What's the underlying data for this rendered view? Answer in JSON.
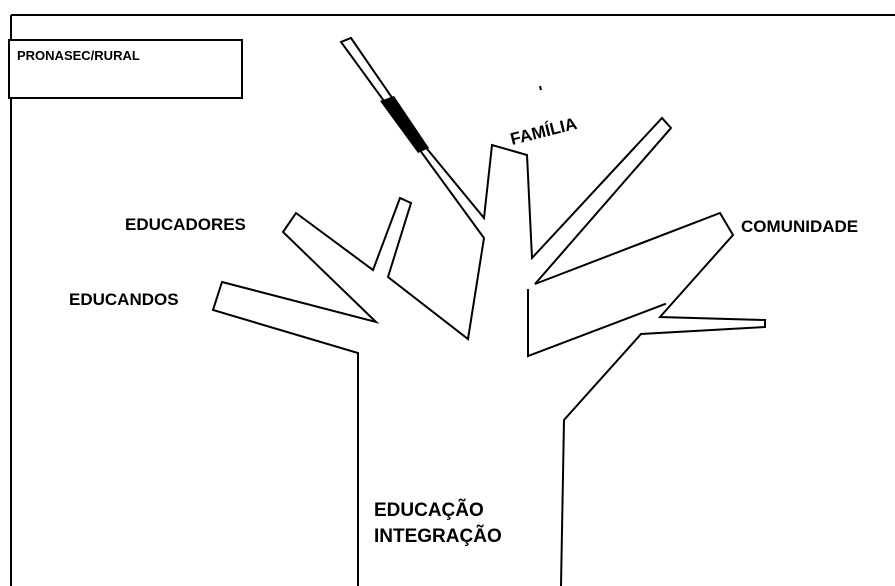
{
  "header": {
    "program_label": "PRONASEC/RURAL"
  },
  "tree": {
    "trunk_label_line1": "EDUCAÇÃO",
    "trunk_label_line2": "INTEGRAÇÃO",
    "branches": {
      "familia": "FAMÍLIA",
      "educadores": "EDUCADORES",
      "educandos": "EDUCANDOS",
      "comunidade": "COMUNIDADE"
    }
  },
  "colors": {
    "ink": "#000000",
    "paper": "#ffffff"
  }
}
